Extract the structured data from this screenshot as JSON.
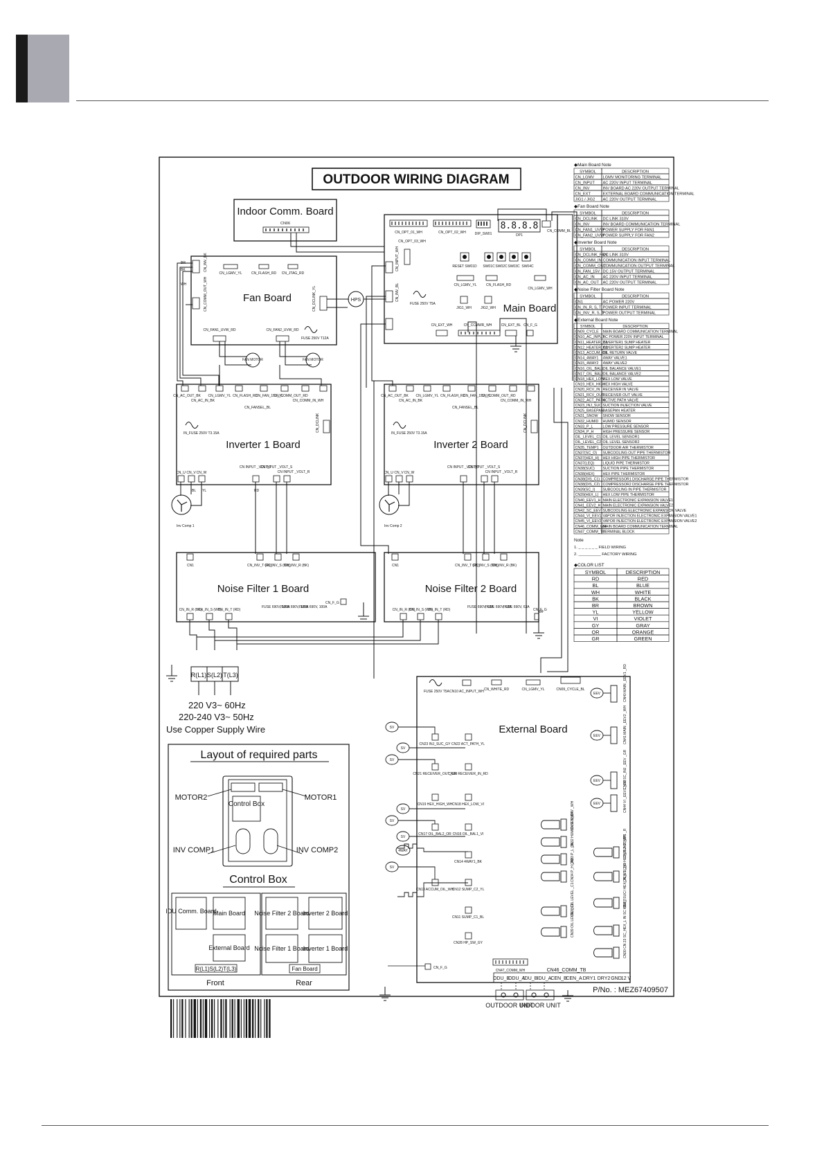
{
  "diagram_title": "OUTDOOR WIRING DIAGRAM",
  "boards": {
    "indoor_comm": {
      "name": "Indoor Comm. Board",
      "connector": "CN06"
    },
    "fan": {
      "name": "Fan Board",
      "connectors": [
        "CN_INV_BK",
        "CN_LGMV_YL",
        "CN_FLASH_RD",
        "CN_JTAG_RD",
        "CN_COMM_OUT_WH",
        "CN_DCLINK_YL",
        "CN_FAN1_UVW_RD",
        "CN_FAN2_UVW_RD"
      ],
      "fuse": "FUSE 250V T12A",
      "motor": "FAN MOTOR"
    },
    "main": {
      "name": "Main Board",
      "connectors": [
        "CN_OPT_01_WH",
        "CN_OPT_02_WH",
        "DIP_SW01",
        "DP1",
        "CN_COMM_BL",
        "CN_OPT_03_WH",
        "CN_INPUT_WH",
        "CN_INV_BL",
        "CN_LGMV_YL",
        "CN_FLASH_RD",
        "CN_LGMV_WH",
        "CN_EXT_WH",
        "CN_CCMWR_WH",
        "CN_EXT_BL",
        "CN_F_G",
        "JIG1_WH",
        "JIG2_WH"
      ],
      "fuse": "FUSE 250V T5A",
      "switches": [
        "RESET SW01D",
        "SW01C",
        "SW02C",
        "SW03C",
        "SW04C"
      ]
    },
    "inv1": {
      "name": "Inverter 1 Board",
      "fuse": "IN_FUSE 250V T3.15A",
      "top": [
        "CN_AC_OUT_BK",
        "CN_AC_IN_BK",
        "CN_LGMV_YL",
        "CN_FLASH_RD",
        "CN_FAN_15V_YL",
        "CN_COMM_OUT_RD",
        "CN_COMM_IN_WH",
        "CN_FANSEL_BL"
      ],
      "bottom": [
        "CN_U",
        "CN_V",
        "CN_W",
        "CN INPUT _VOLT_T",
        "CN INPUT _VOLT_S",
        "CN INPUT _VOLT_R"
      ],
      "side": "CN_DCLINK",
      "comp": "Inv Comp 1"
    },
    "inv2": {
      "name": "Inverter 2 Board",
      "fuse": "IN_FUSE 250V T3.15A",
      "top": [
        "CN_AC_OUT_BK",
        "CN_AC_IN_BK",
        "CN_LGMV_YL",
        "CN_FLASH_RD",
        "CN_FAN_15V_YL",
        "CN_COMM_OUT_RD",
        "CN_COMM_IN_WH",
        "CN_FANSEL_BL"
      ],
      "bottom": [
        "CN_U",
        "CN_V",
        "CN_W",
        "CN INPUT _VOLT_T",
        "CN INPUT _VOLT_S",
        "CN INPUT _VOLT_R"
      ],
      "side": "CN_DCLINK",
      "comp": "Inv Comp 2"
    },
    "nf1": {
      "name": "Noise Filter 1 Board",
      "top": [
        "CN1",
        "CN_INV_T (RD)",
        "CN_INV_S (WH)",
        "CN_INV_R (BK)"
      ],
      "bottom": [
        "CN_IN_R (BK)",
        "CN_IN_S (WH)",
        "CN_IN_T (RD)"
      ],
      "fuse": "FUSE 690V, 100A",
      "fg": "CN_F_G"
    },
    "nf2": {
      "name": "Noise Filter 2 Board",
      "top": [
        "CN1",
        "CN_INV_T (RD)",
        "CN_INV_S (WH)",
        "CN_INV_R (BK)"
      ],
      "bottom": [
        "CN_IN_R (BK)",
        "CN_IN_S (WH)",
        "CN_IN_T (RD)"
      ],
      "fuse": "FUSE 690V, 63A",
      "fg": "CN_F_G"
    },
    "external": {
      "name": "External Board",
      "fuse": "FUSE 250V T5A",
      "top": [
        "CN10 AC_INPUT_WH",
        "CN_WHITE_RD",
        "CN_LGMV_YL",
        "CN09_CYCLE_BL"
      ],
      "left": [
        "CN23 INJ_SUC_GY",
        "CN22 ACT_PATH_YL",
        "CN21 RECEIVER_OUT_GR",
        "CN20 RECEIVER_IN_RD",
        "CN19 HEX_HIGH_WH",
        "CN18 HEX_LOW_VI",
        "CN17 OIL_BAL2_OR",
        "CN16 OIL_BAL1_VI",
        "CN14 4WAY1_BK",
        "CN13 ACCUM_OIL_WH",
        "CN12 SUMP_C2_YL",
        "CN11 SUMP_C1_BL",
        "CN28 HP_SW_GY"
      ],
      "right": [
        "CN40 MAIN _EEV1 _RD",
        "CN41 MAIN _EEV2 _WH",
        "CN42 SC_INJ _EEV _GR",
        "CN44 VI _EEV1 _OR",
        "CN45 VI _EEV2 _BR",
        "CN31 SNOW _WH",
        "CN32 HUMID SEN_BK",
        "CN33 P_L _BL",
        "CN34 P_H _RD",
        "CN35 AIR _BR",
        "CN36 SC_O HEX_I/L2 COMP1 _R",
        "CN37 SUC/ HEX_I/L_I/1 _BR",
        "CN38 OIL LEVEL _C1",
        "CN39 OIL LEVEL _C2",
        "CN30 CN 23 SC_HEX_L IN SC HEX_I"
      ],
      "comm": [
        "CN47_COMM_WH",
        "CN46_COMM_TB"
      ],
      "terminal": [
        "ODU_B",
        "ODU_A",
        "IDU_B",
        "IDU_A",
        "CEN_B",
        "CEN_A",
        "DRY1",
        "DRY2",
        "GND",
        "12 V"
      ],
      "units": [
        "OUTDOOR UNIT",
        "INDOOR UNIT"
      ],
      "fg": "CN_F_G"
    }
  },
  "power": {
    "terminals": [
      "R(L1)",
      "S(L2)",
      "T(L3)"
    ],
    "lines": [
      "220 V3~ 60Hz",
      "220-240 V3~ 50Hz",
      "Use Copper Supply Wire"
    ]
  },
  "wire_labels": [
    "BR",
    "BK",
    "WH",
    "RD",
    "BL",
    "YL",
    "GR",
    "HPS",
    "EEV",
    "SV",
    "4WAY"
  ],
  "layout": {
    "title": "Layout of required parts",
    "labels": [
      "MOTOR2",
      "MOTOR1",
      "Control Box",
      "INV COMP1",
      "INV COMP2"
    ],
    "control_box_title": "Control Box",
    "front_parts": [
      "IDU Comm. Board",
      "Main Board",
      "External Board"
    ],
    "rear_parts": [
      "Noise Filter 2 Board",
      "Inverter 2 Board",
      "Noise Filter 1 Board",
      "Inverter 1 Board",
      "Fan Board"
    ],
    "terminal_block": "R(L1)S(L2)T(L3)",
    "front": "Front",
    "rear": "Rear"
  },
  "notes": {
    "main_board": {
      "title": "◆Main Board Note",
      "header": [
        "SYMBOL",
        "DESCRIPTION"
      ],
      "rows": [
        [
          "CN_LGMV",
          "LGMV MONITORING TERMINAL"
        ],
        [
          "CN_INPUT",
          "AC 220V INPUT TERMINAL"
        ],
        [
          "CN_INV",
          "INV BOARD AC 220V OUTPUT TERMINAL"
        ],
        [
          "CN_EXT",
          "EXTERNAL BOARD COMMUNICATION TERMINAL"
        ],
        [
          "JIG1 / JIG2",
          "AC 220V OUTPUT TERMINAL"
        ]
      ]
    },
    "fan_board": {
      "title": "◆Fan Board Note",
      "header": [
        "SYMBOL",
        "DESCRIPTION"
      ],
      "rows": [
        [
          "CN_DCLINK",
          "DC LINK 310V"
        ],
        [
          "CN_INV",
          "INV BOARD COMMUNICATION TERMINAL"
        ],
        [
          "CN_FAN1_UVW",
          "POWER SUPPLY FOR FAN1"
        ],
        [
          "CN_FAN2_UVW",
          "POWER SUPPLY FOR FAN2"
        ]
      ]
    },
    "inverter_board": {
      "title": "◆Inverter Board Note",
      "header": [
        "SYMBOL",
        "DESCRIPTION"
      ],
      "rows": [
        [
          "CN_DCLINK_FAN",
          "DC LINK 310V"
        ],
        [
          "CN_COMM_IN",
          "COMMUNICATION INPUT TERMINAL"
        ],
        [
          "CN_COMM_OUT",
          "COMMUNICATION OUTPUT TERMINAL"
        ],
        [
          "CN_FAN_15V",
          "DC 15V OUTPUT TERMINAL"
        ],
        [
          "CN_AC_IN",
          "AC 220V INPUT TERMINAL"
        ],
        [
          "CN_AC_OUT",
          "AC 220V OUTPUT TERMINAL"
        ]
      ]
    },
    "noise_filter": {
      "title": "◆Noise Filter Board Note",
      "header": [
        "SYMBOL",
        "DESCRIPTION"
      ],
      "rows": [
        [
          "CN1",
          "AC POWER 220V"
        ],
        [
          "CN_IN_R, S, T",
          "POWER INPUT TERMINAL"
        ],
        [
          "CN_INV_R, S, T",
          "POWER OUTPUT TERMINAL"
        ]
      ]
    },
    "external_board": {
      "title": "◆External Board Note",
      "header": [
        "SYMBOL",
        "DESCRIPTION"
      ],
      "rows": [
        [
          "CN09_CYCLE",
          "MAIN BOARD COMMUNICATION TERMINAL"
        ],
        [
          "CN10_AC_INPUT",
          "AC POWER 220V INPUT TERMINAL"
        ],
        [
          "CN11_HEATER_C1",
          "INVERTER1 SUMP HEATER"
        ],
        [
          "CN12_HEATER_C2",
          "INVERTER2 SUMP HEATER"
        ],
        [
          "CN13_ACCUM_OIL",
          "OIL RETURN VALVE"
        ],
        [
          "CN14_4WAY1",
          "4WAY VALVE1"
        ],
        [
          "CN15_4WAY2",
          "4WAY VALVE2"
        ],
        [
          "CN16_OIL_BAL1",
          "OIL BALANCE VALVE1"
        ],
        [
          "CN17_OIL_BAL2",
          "OIL BALANCE VALVE2"
        ],
        [
          "CN18_HEX_LOW",
          "HEX LOW VALVE"
        ],
        [
          "CN19_HEX_HIGH",
          "HEX HIGH VALVE"
        ],
        [
          "CN20_RCV_IN",
          "RECEIVER IN VALVE"
        ],
        [
          "CN21_RCV_OUT",
          "RECEIVER OUT VALVE"
        ],
        [
          "CN22_ACT_PATH",
          "ACTIVE PATH VALVE"
        ],
        [
          "CN23_INJ_SUC",
          "SUCTION INJECTION VALVE"
        ],
        [
          "CN25_BASEPAN",
          "BASEPAN HEATER"
        ],
        [
          "CN31_SNOW",
          "SNOW SENSOR"
        ],
        [
          "CN32_HUMID",
          "HUMID SENSOR"
        ],
        [
          "CN33_P_L",
          "LOW PRESSURE SENSOR"
        ],
        [
          "CN34_P_H",
          "HIGH PRESSURE SENSOR"
        ],
        [
          "OIL_LEVEL_C1",
          "OIL LEVEL SENSOR1"
        ],
        [
          "OIL_LEVEL_C2",
          "OIL LEVEL SENSOR2"
        ],
        [
          "CN35_TEMP1",
          "OUTDOOR AIR THERMISTOR"
        ],
        [
          "CN37(SC_O)",
          "SUBCOOLING OUT PIPE THERMISTOR"
        ],
        [
          "CN37(HEX_H)",
          "HEX HIGH PIPE THERMISTOR"
        ],
        [
          "CN37(LEQ)",
          "LIQUID PIPE THERMISTOR"
        ],
        [
          "CN38(SUC)",
          "SUCTION PIPE THERMISTOR"
        ],
        [
          "CN38(HEX)",
          "HEX PIPE THERMISTOR"
        ],
        [
          "CN38(DIS_C1)",
          "COMPRESSOR1 DISCHARGE PIPE THERMISTOR"
        ],
        [
          "CN38(DIS_C2)",
          "COMPRESSOR2 DISCHARGE PIPE THERMISTOR"
        ],
        [
          "CN39(SC_I)",
          "SUBCOOLING IN PIPE THERMISTOR"
        ],
        [
          "CN39(HEX_L)",
          "HEX LOW PIPE THERMISTOR"
        ],
        [
          "CN40_EEV1_H",
          "MAIN ELECTRONIC EXPANSION VALVE1"
        ],
        [
          "CN41_EEV2_H",
          "MAIN ELECTRONIC EXPANSION VALVE2"
        ],
        [
          "CN42_SC_EEV",
          "SUBCOOLING ELECTRONIC EXPANSION VALVE"
        ],
        [
          "CN44_VI_EEV1",
          "VAPOR INJECTION ELECTRONIC EXPANSION VALVE1"
        ],
        [
          "CN45_VI_EEV2",
          "VAPOR INJECTION ELECTRONIC EXPANSION VALVE2"
        ],
        [
          "CN46_COMM_WH",
          "MAIN BOARD COMMUNICATION TERMINAL"
        ],
        [
          "CN47_COMM_TB",
          "TERMINAL BLOCK"
        ]
      ]
    },
    "note": {
      "title": "Note",
      "rows": [
        "1. _ _ _ _ _ _ FIELD WIRING",
        "2. __________ FACTORY WIRING"
      ]
    },
    "color_list": {
      "title": "◆COLOR LIST",
      "header": [
        "SYMBOL",
        "DESCRIPTION"
      ],
      "rows": [
        [
          "RD",
          "RED"
        ],
        [
          "BL",
          "BLUE"
        ],
        [
          "WH",
          "WHITE"
        ],
        [
          "BK",
          "BLACK"
        ],
        [
          "BR",
          "BROWN"
        ],
        [
          "YL",
          "YELLOW"
        ],
        [
          "VI",
          "VIOLET"
        ],
        [
          "GY",
          "GRAY"
        ],
        [
          "OR",
          "ORANGE"
        ],
        [
          "GR",
          "GREEN"
        ]
      ]
    }
  },
  "part_number": "P/No. : MEZ67409507"
}
